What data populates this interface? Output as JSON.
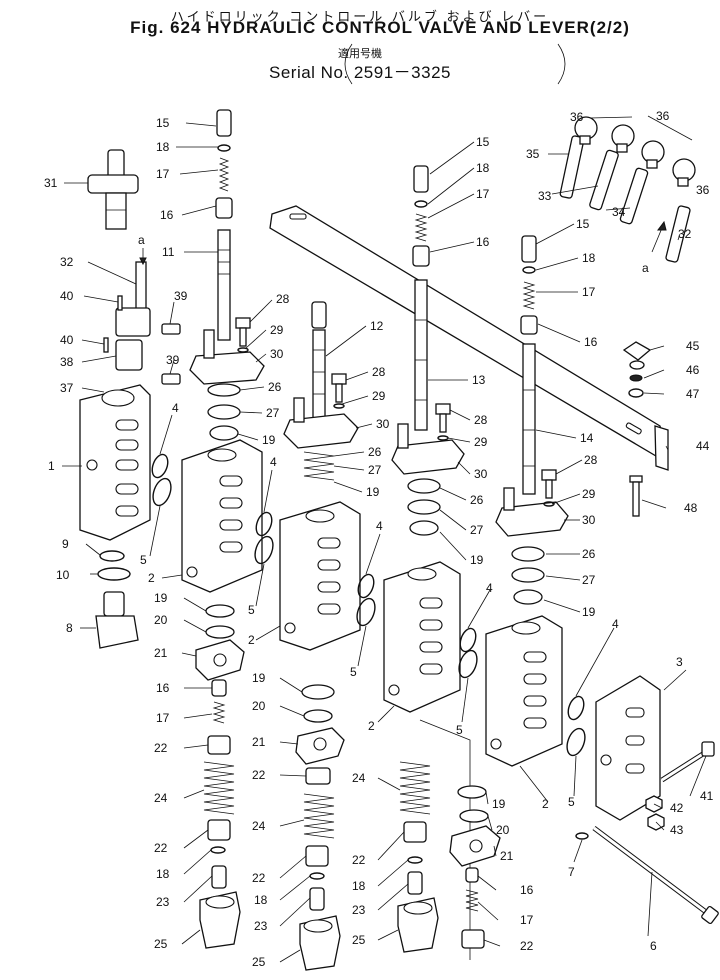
{
  "header": {
    "title_jp": "ハイドロリック コントロール バルブ および レバー",
    "title": "Fig. 624 HYDRAULIC CONTROL VALVE AND LEVER(2/2)",
    "applicable_jp": "適用号機",
    "serial": "Serial No. 2591－3325"
  },
  "ref_marker": "a",
  "callouts": [
    "1",
    "2",
    "3",
    "4",
    "5",
    "6",
    "7",
    "8",
    "9",
    "10",
    "11",
    "12",
    "13",
    "14",
    "15",
    "16",
    "17",
    "18",
    "19",
    "20",
    "21",
    "22",
    "23",
    "24",
    "25",
    "26",
    "27",
    "28",
    "29",
    "30",
    "31",
    "32",
    "33",
    "34",
    "35",
    "36",
    "37",
    "38",
    "39",
    "40",
    "41",
    "42",
    "43",
    "44",
    "45",
    "46",
    "47",
    "48"
  ]
}
